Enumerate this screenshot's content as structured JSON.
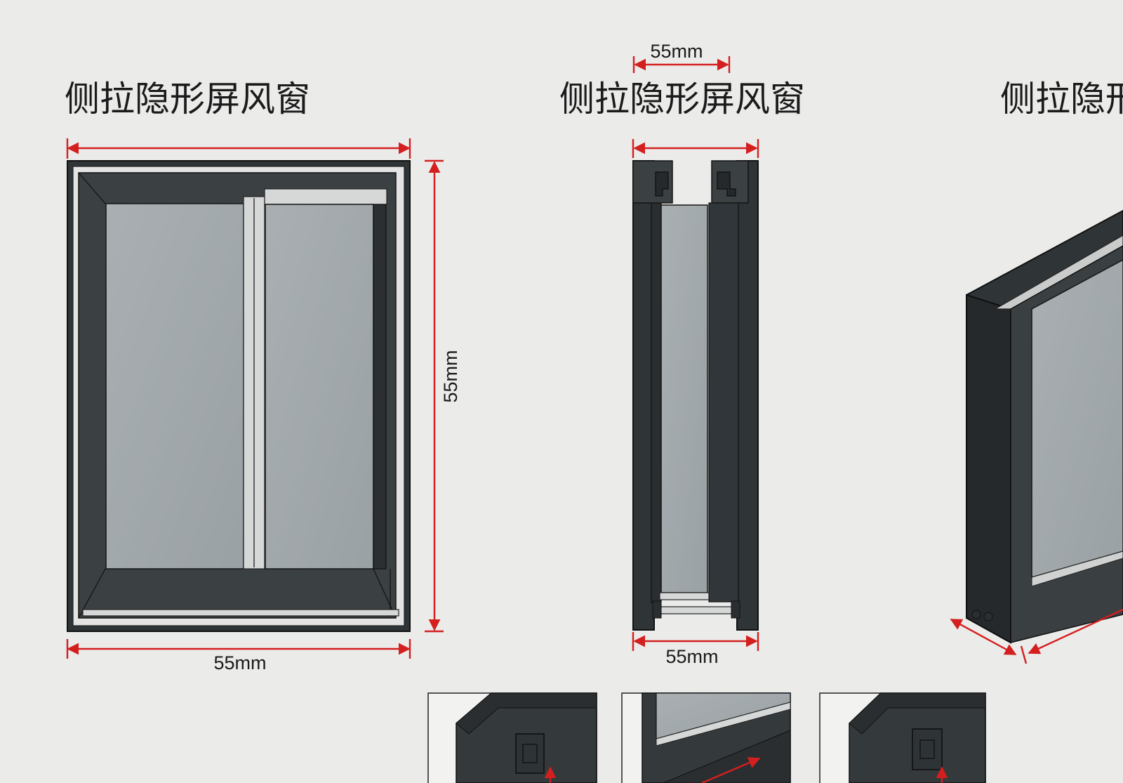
{
  "titles": {
    "front": "侧拉隐形屏风窗",
    "side": "侧拉隐形屏风窗",
    "perspective": "侧拉隐形屏风窗"
  },
  "dimensions": {
    "front_bottom": "55mm",
    "front_right": "55mm",
    "side_top": "55mm",
    "side_bottom": "55mm"
  },
  "colors": {
    "background": "#ebebea",
    "dimension_line": "#d41f1f",
    "frame": "#2f3436",
    "glass": "#a4aaad"
  }
}
